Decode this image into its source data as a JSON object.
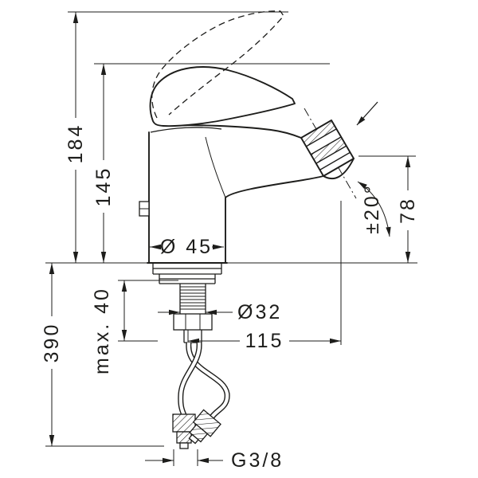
{
  "drawing": {
    "background": "#ffffff",
    "line_color": "#1d1d1b",
    "labels": {
      "overall_height": "184",
      "handle_height": "145",
      "hose_length": "390",
      "max_mounting_thickness": "max. 40",
      "base_diameter": "Ø 45",
      "shank_diameter": "Ø32",
      "spout_reach": "115",
      "spout_height": "78",
      "swivel_angle": "±20°",
      "connection_thread": "G3/8"
    }
  }
}
